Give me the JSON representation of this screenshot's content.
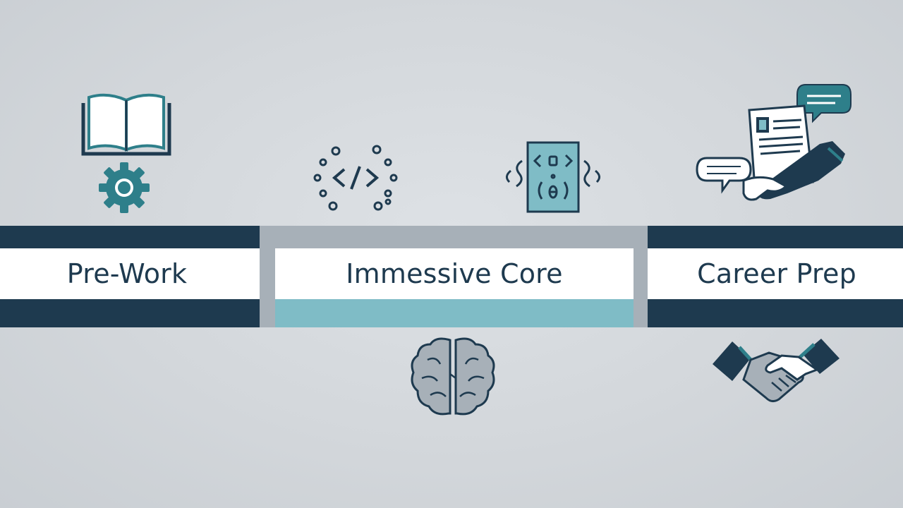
{
  "stages": [
    {
      "label": "Pre-Work",
      "icons": [
        "open-book-icon",
        "gear-icon"
      ]
    },
    {
      "label": "Immessive Core",
      "icons": [
        "code-brackets-icon",
        "code-tablet-icon",
        "brain-icon"
      ]
    },
    {
      "label": "Career Prep",
      "icons": [
        "resume-handoff-icon",
        "handshake-icon"
      ]
    }
  ],
  "colors": {
    "navy": "#1e3a4f",
    "teal": "#2e7f8a",
    "light_teal": "#7fbcc6",
    "grey_band": "#a7b0b8",
    "background": "#d3d7db"
  }
}
